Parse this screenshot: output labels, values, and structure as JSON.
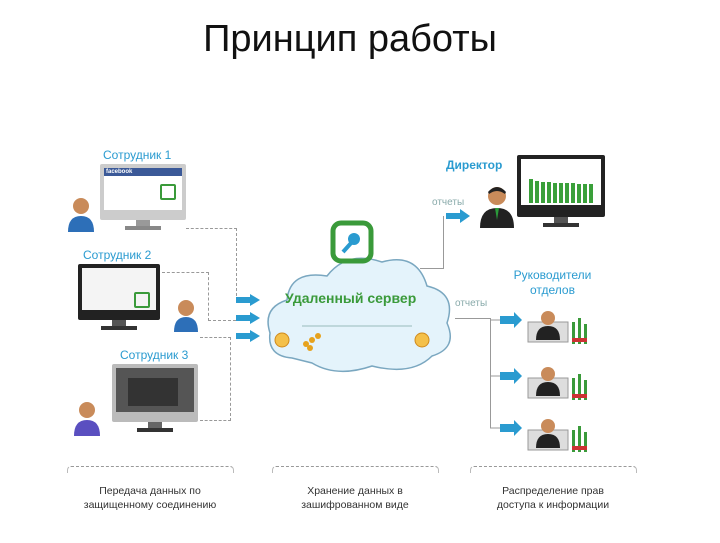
{
  "title": "Принцип работы",
  "employees": [
    {
      "label": "Сотрудник 1",
      "screen_text": "facebook"
    },
    {
      "label": "Сотрудник 2"
    },
    {
      "label": "Сотрудник 3"
    }
  ],
  "server": {
    "label": "Удаленный сервер"
  },
  "director": {
    "label": "Директор",
    "reports": "отчеты"
  },
  "managers": {
    "label_line1": "Руководители",
    "label_line2": "отделов",
    "reports": "отчеты"
  },
  "captions": [
    {
      "line1": "Передача данных по",
      "line2": "защищенному соединению"
    },
    {
      "line1": "Хранение данных в",
      "line2": "зашифрованном виде"
    },
    {
      "line1": "Распределение прав",
      "line2": "доступа к информации"
    }
  ],
  "colors": {
    "accent": "#2a9bd0",
    "green": "#3a9a3a",
    "cloud": "#e4f3fb"
  }
}
